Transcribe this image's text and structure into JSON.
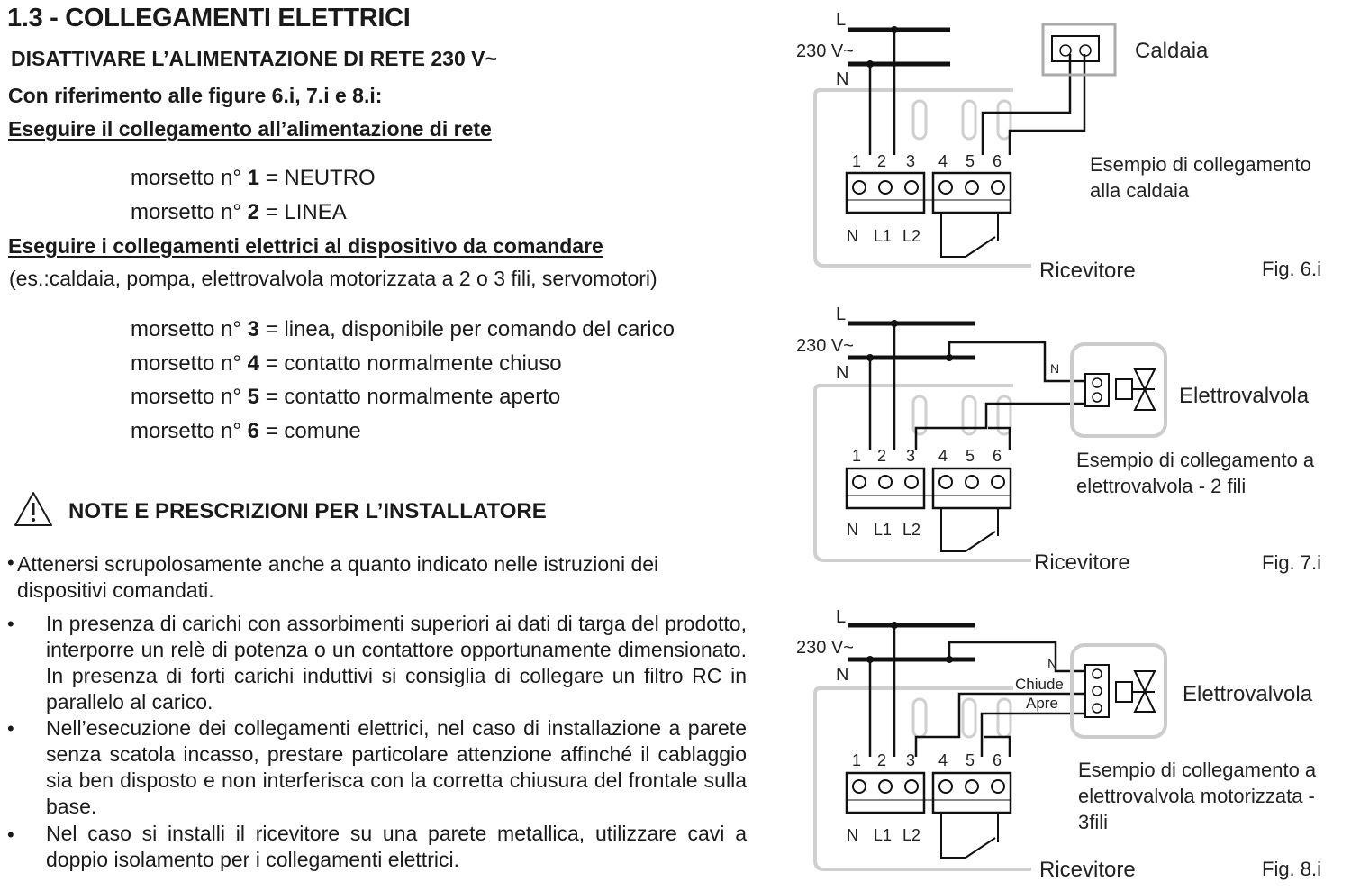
{
  "section_title": "1.3 - COLLEGAMENTI ELETTRICI",
  "warning_line": "DISATTIVARE L’ALIMENTAZIONE DI RETE 230 V~",
  "figure_ref": "Con riferimento alle figure 6.i, 7.i e 8.i:",
  "mains": {
    "heading": "Eseguire il collegamento all’alimentazione di rete",
    "terminals": [
      {
        "prefix": "morsetto n°",
        "num": "1",
        "value": "= NEUTRO"
      },
      {
        "prefix": "morsetto n°",
        "num": "2",
        "value": "= LINEA"
      }
    ]
  },
  "device": {
    "heading": "Eseguire i collegamenti elettrici al dispositivo da comandare",
    "example": "(es.:caldaia, pompa, elettrovalvola motorizzata a 2 o 3 fili, servomotori)",
    "terminals": [
      {
        "prefix": "morsetto n°",
        "num": "3",
        "value": "= linea, disponibile per comando del carico"
      },
      {
        "prefix": "morsetto n°",
        "num": "4",
        "value": "= contatto normalmente chiuso"
      },
      {
        "prefix": "morsetto n°",
        "num": "5",
        "value": "= contatto normalmente aperto"
      },
      {
        "prefix": "morsetto n°",
        "num": "6",
        "value": "= comune"
      }
    ]
  },
  "notes": {
    "title": "NOTE E PRESCRIZIONI PER L’INSTALLATORE",
    "first": "Attenersi scrupolosamente anche a quanto indicato nelle istruzioni dei dispositivi comandati.",
    "items": [
      "In presenza di carichi con assorbimenti superiori ai dati di targa del prodotto, interporre un relè di potenza o un contattore opportunamente dimensionato. In presenza di forti carichi induttivi si consiglia di collegare un filtro RC in parallelo al carico.",
      "Nell’esecuzione dei collegamenti elettrici, nel caso di installazione a parete senza scatola incasso, prestare particolare attenzione affinché il cablaggio sia ben disposto e non interferisca con la corretta chiusura del frontale sulla base.",
      "Nel caso si installi il ricevitore su una parete metallica, utilizzare cavi a doppio isolamento per i collegamenti elettrici."
    ]
  },
  "diagram_labels": {
    "L": "L",
    "voltage": "230 V~",
    "N": "N",
    "terminal_numbers": [
      "1",
      "2",
      "3",
      "4",
      "5",
      "6"
    ],
    "bottom_labels": [
      "N",
      "L1",
      "L2"
    ],
    "receiver": "Ricevitore"
  },
  "figures": [
    {
      "fig": "Fig. 6.i",
      "device": "Caldaia",
      "caption_lines": [
        "Esempio di collegamento",
        "alla caldaia"
      ]
    },
    {
      "fig": "Fig. 7.i",
      "device": "Elettrovalvola",
      "wire_n": "N",
      "caption_lines": [
        "Esempio di collegamento a",
        "elettrovalvola - 2 fili"
      ]
    },
    {
      "fig": "Fig. 8.i",
      "device": "Elettrovalvola",
      "wire_n": "N",
      "wire_close": "Chiude",
      "wire_open": "Apre",
      "caption_lines": [
        "Esempio di collegamento a",
        "elettrovalvola motorizzata -",
        "3fili"
      ]
    }
  ]
}
